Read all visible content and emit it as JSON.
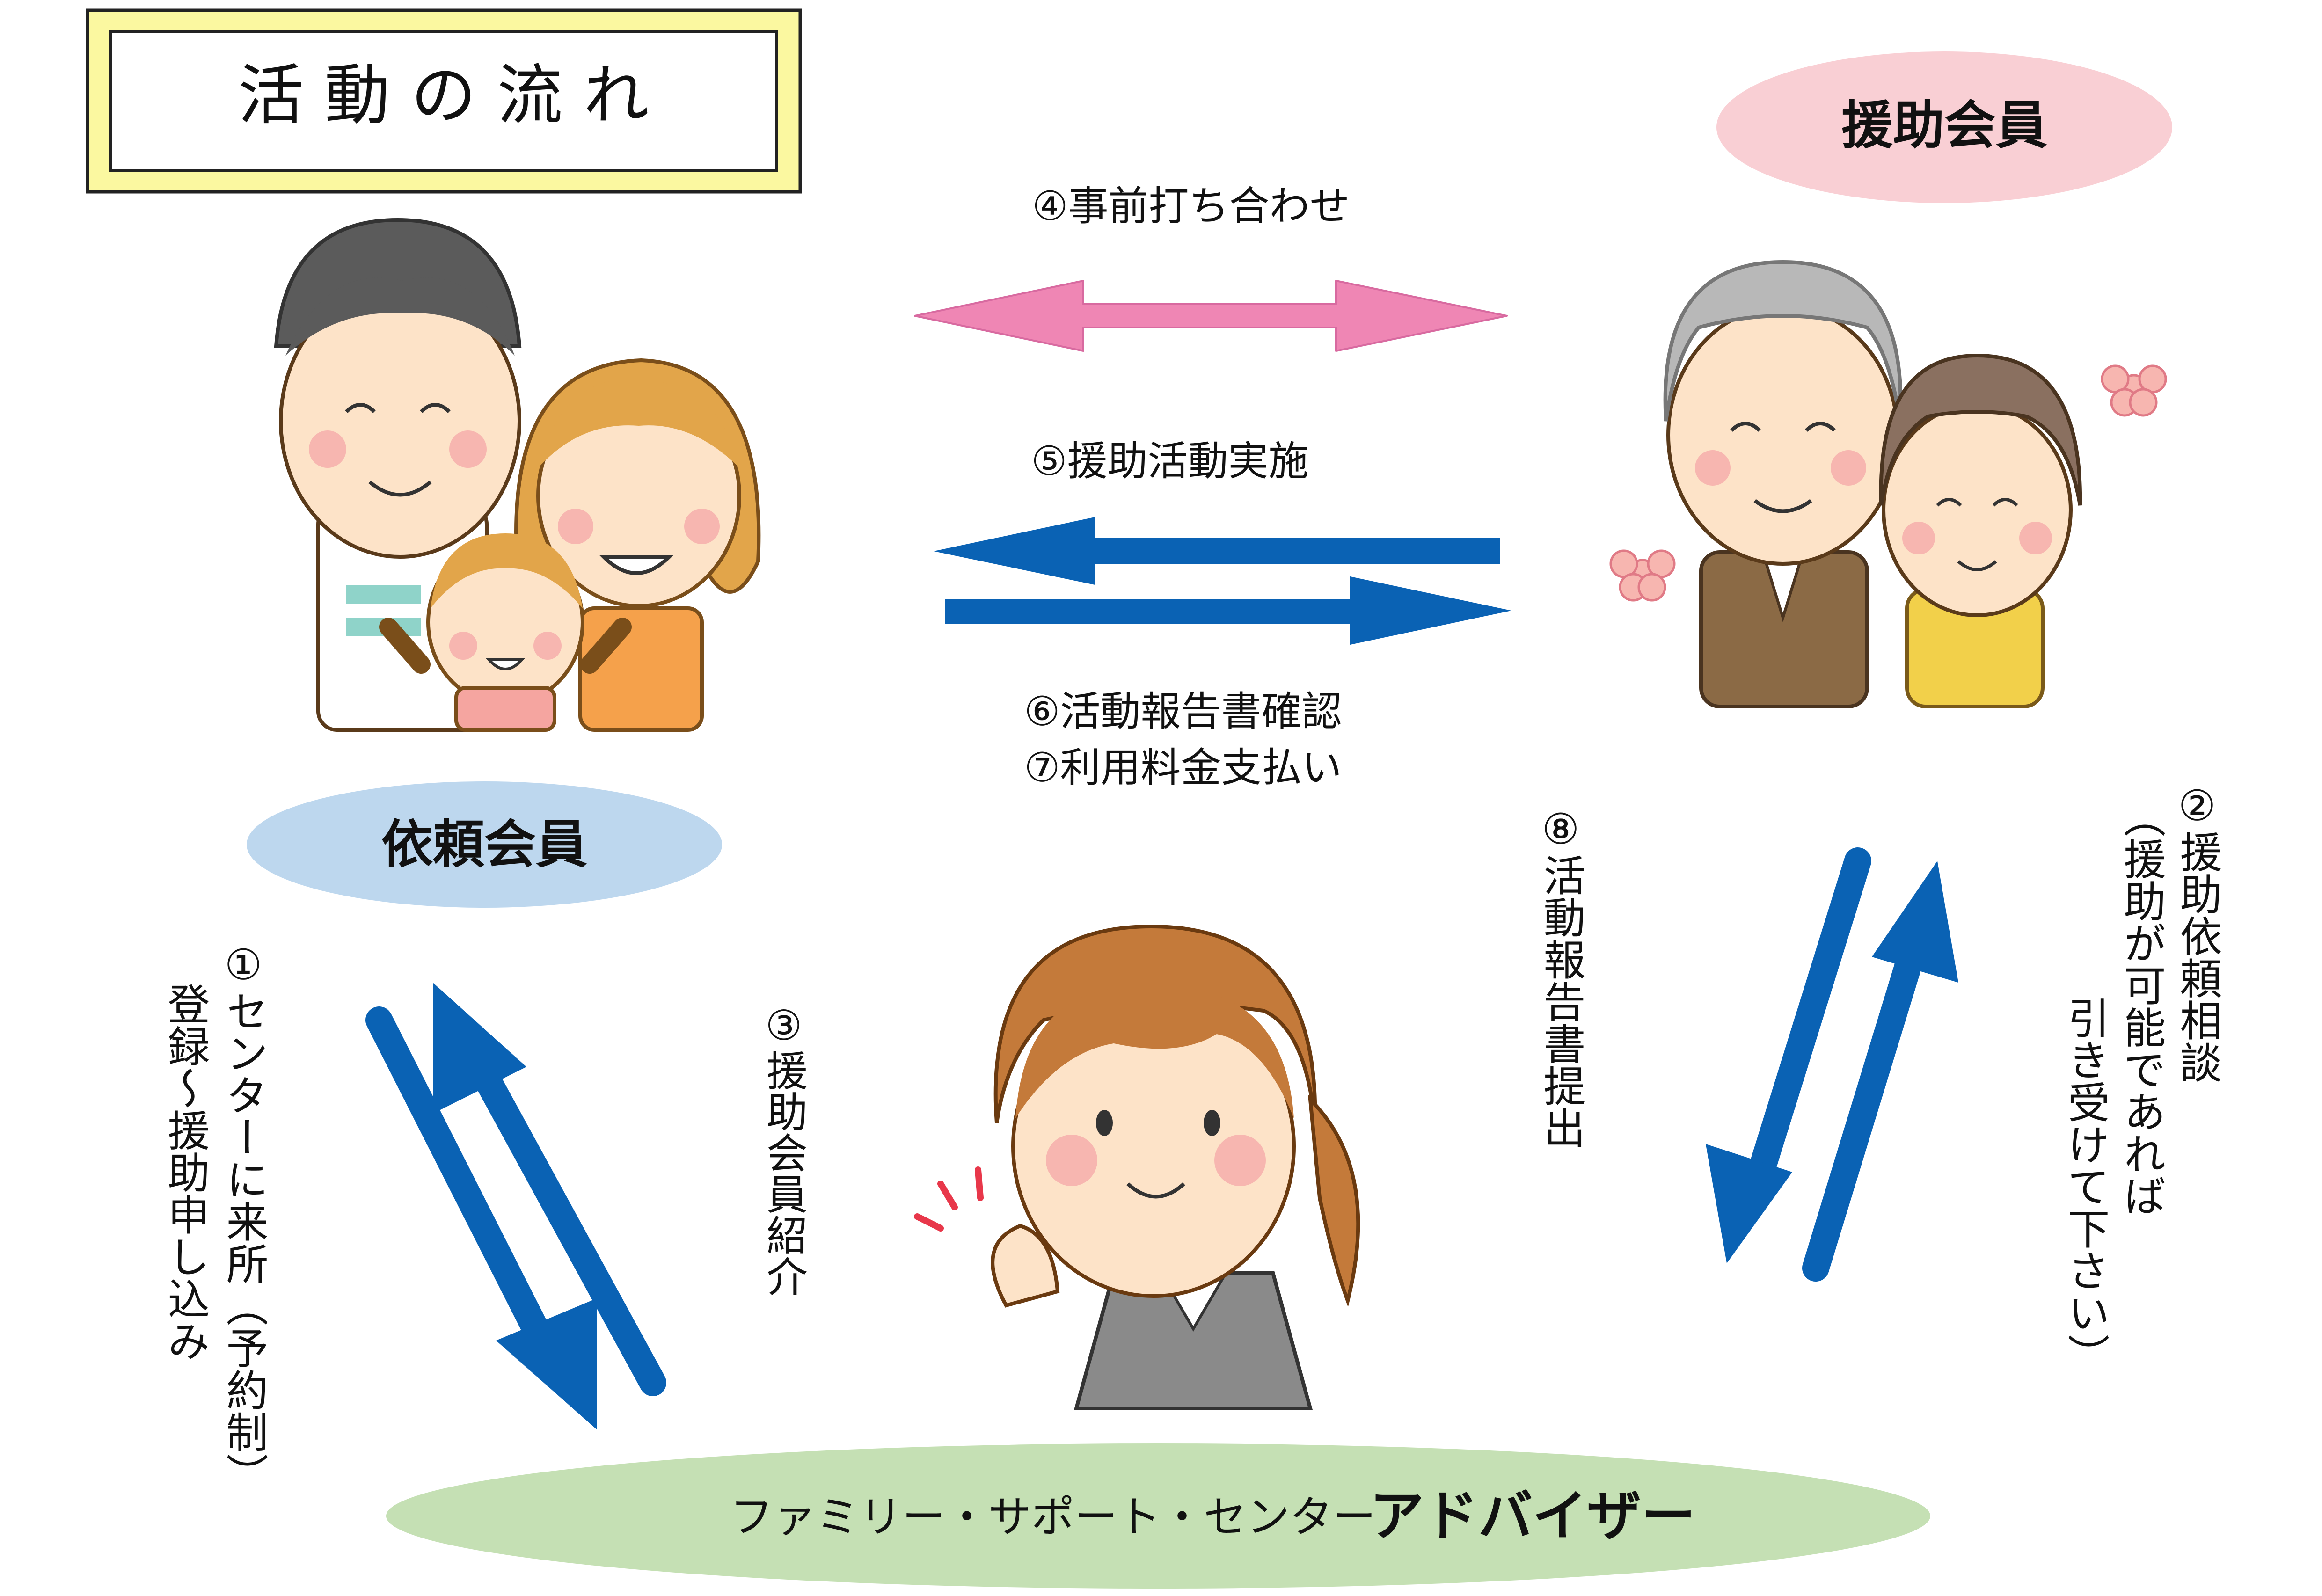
{
  "title": "活 動 の 流 れ",
  "roles": {
    "support_member": "援助会員",
    "requesting_member": "依頼会員",
    "center_label": "ファミリー・サポート・センター",
    "advisor": "アドバイザー"
  },
  "steps": {
    "s1_line1": "①センターに来所（予約制）",
    "s1_line2": "登録～援助申し込み",
    "s2_line1": "②援助依頼相談",
    "s2_line2": "（援助が可能であれば",
    "s2_line3": "引き受けて下さい）",
    "s3": "③援助会員紹介",
    "s4": "④事前打ち合わせ",
    "s5": "⑤援助活動実施",
    "s6": "⑥活動報告書確認",
    "s7": "⑦利用料金支払い",
    "s8": "⑧活動報告書提出"
  },
  "colors": {
    "title_frame": "#fbf8a0",
    "support_ellipse": "#f9cfd4",
    "requesting_ellipse": "#bdd7ee",
    "advisor_ellipse": "#c5e0b4",
    "pink_arrow": "#ef86b4",
    "blue_arrow": "#0a62b4"
  }
}
